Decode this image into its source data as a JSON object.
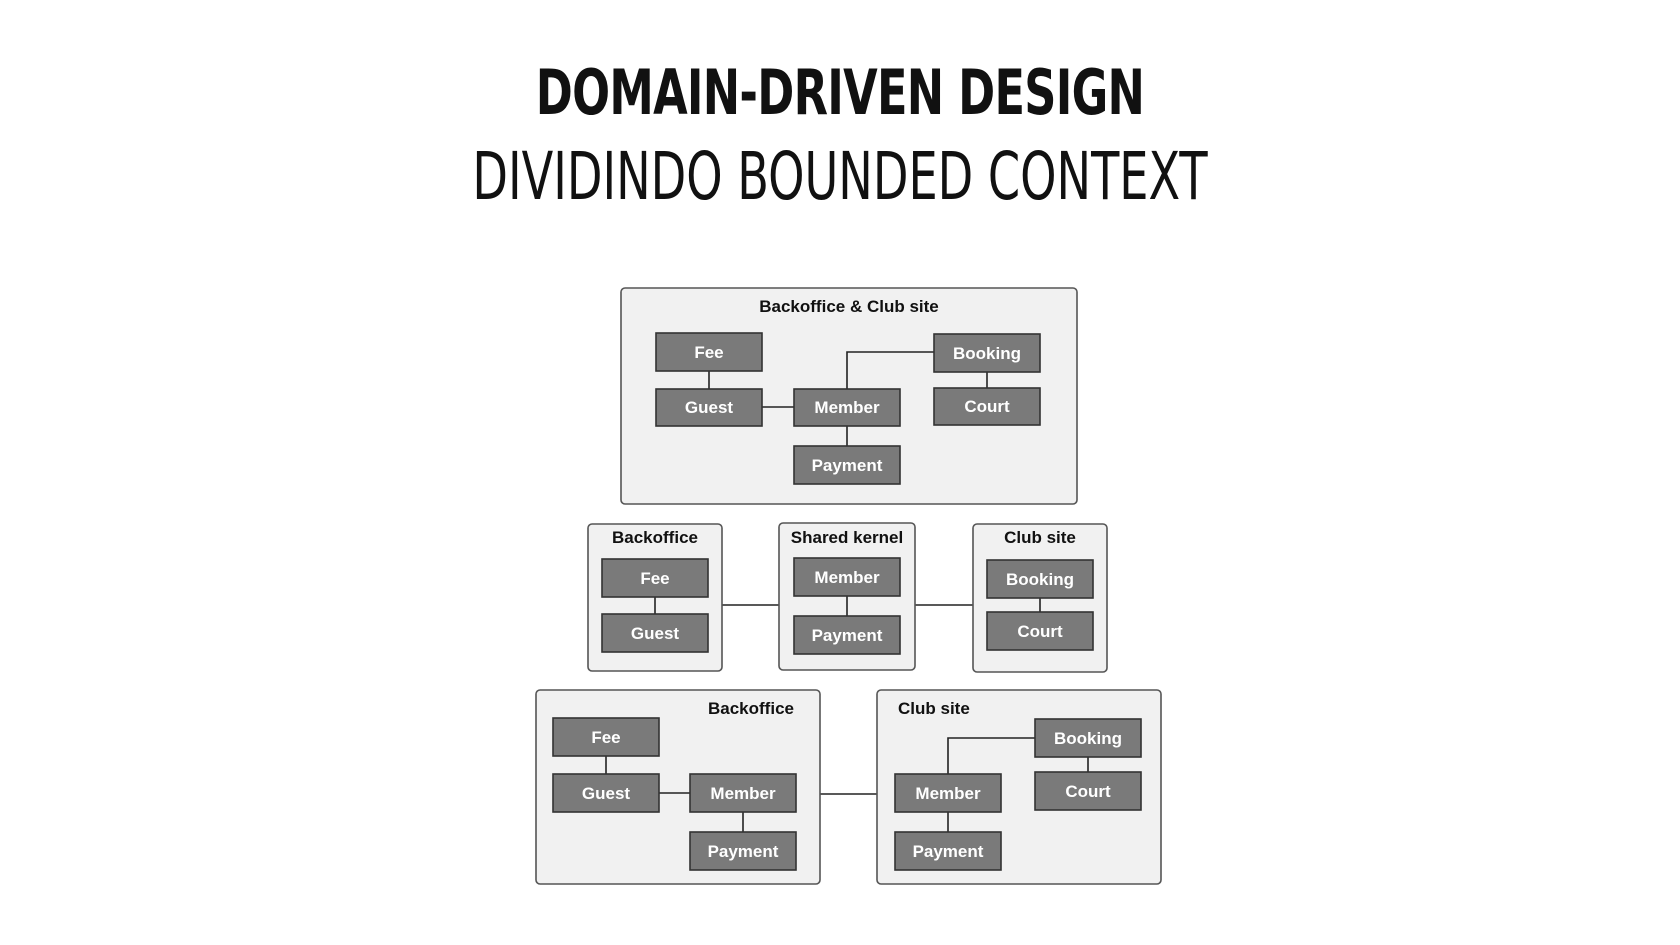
{
  "title": "DOMAIN-DRIVEN DESIGN",
  "subtitle": "DIVIDINDO BOUNDED CONTEXT",
  "diagram1": {
    "context": "Backoffice & Club site",
    "fee": "Fee",
    "guest": "Guest",
    "member": "Member",
    "payment": "Payment",
    "booking": "Booking",
    "court": "Court"
  },
  "diagram2": {
    "backoffice": {
      "context": "Backoffice",
      "fee": "Fee",
      "guest": "Guest"
    },
    "shared": {
      "context": "Shared kernel",
      "member": "Member",
      "payment": "Payment"
    },
    "clubsite": {
      "context": "Club site",
      "booking": "Booking",
      "court": "Court"
    }
  },
  "diagram3": {
    "backoffice": {
      "context": "Backoffice",
      "fee": "Fee",
      "guest": "Guest",
      "member": "Member",
      "payment": "Payment"
    },
    "clubsite": {
      "context": "Club site",
      "booking": "Booking",
      "court": "Court",
      "member": "Member",
      "payment": "Payment"
    }
  }
}
